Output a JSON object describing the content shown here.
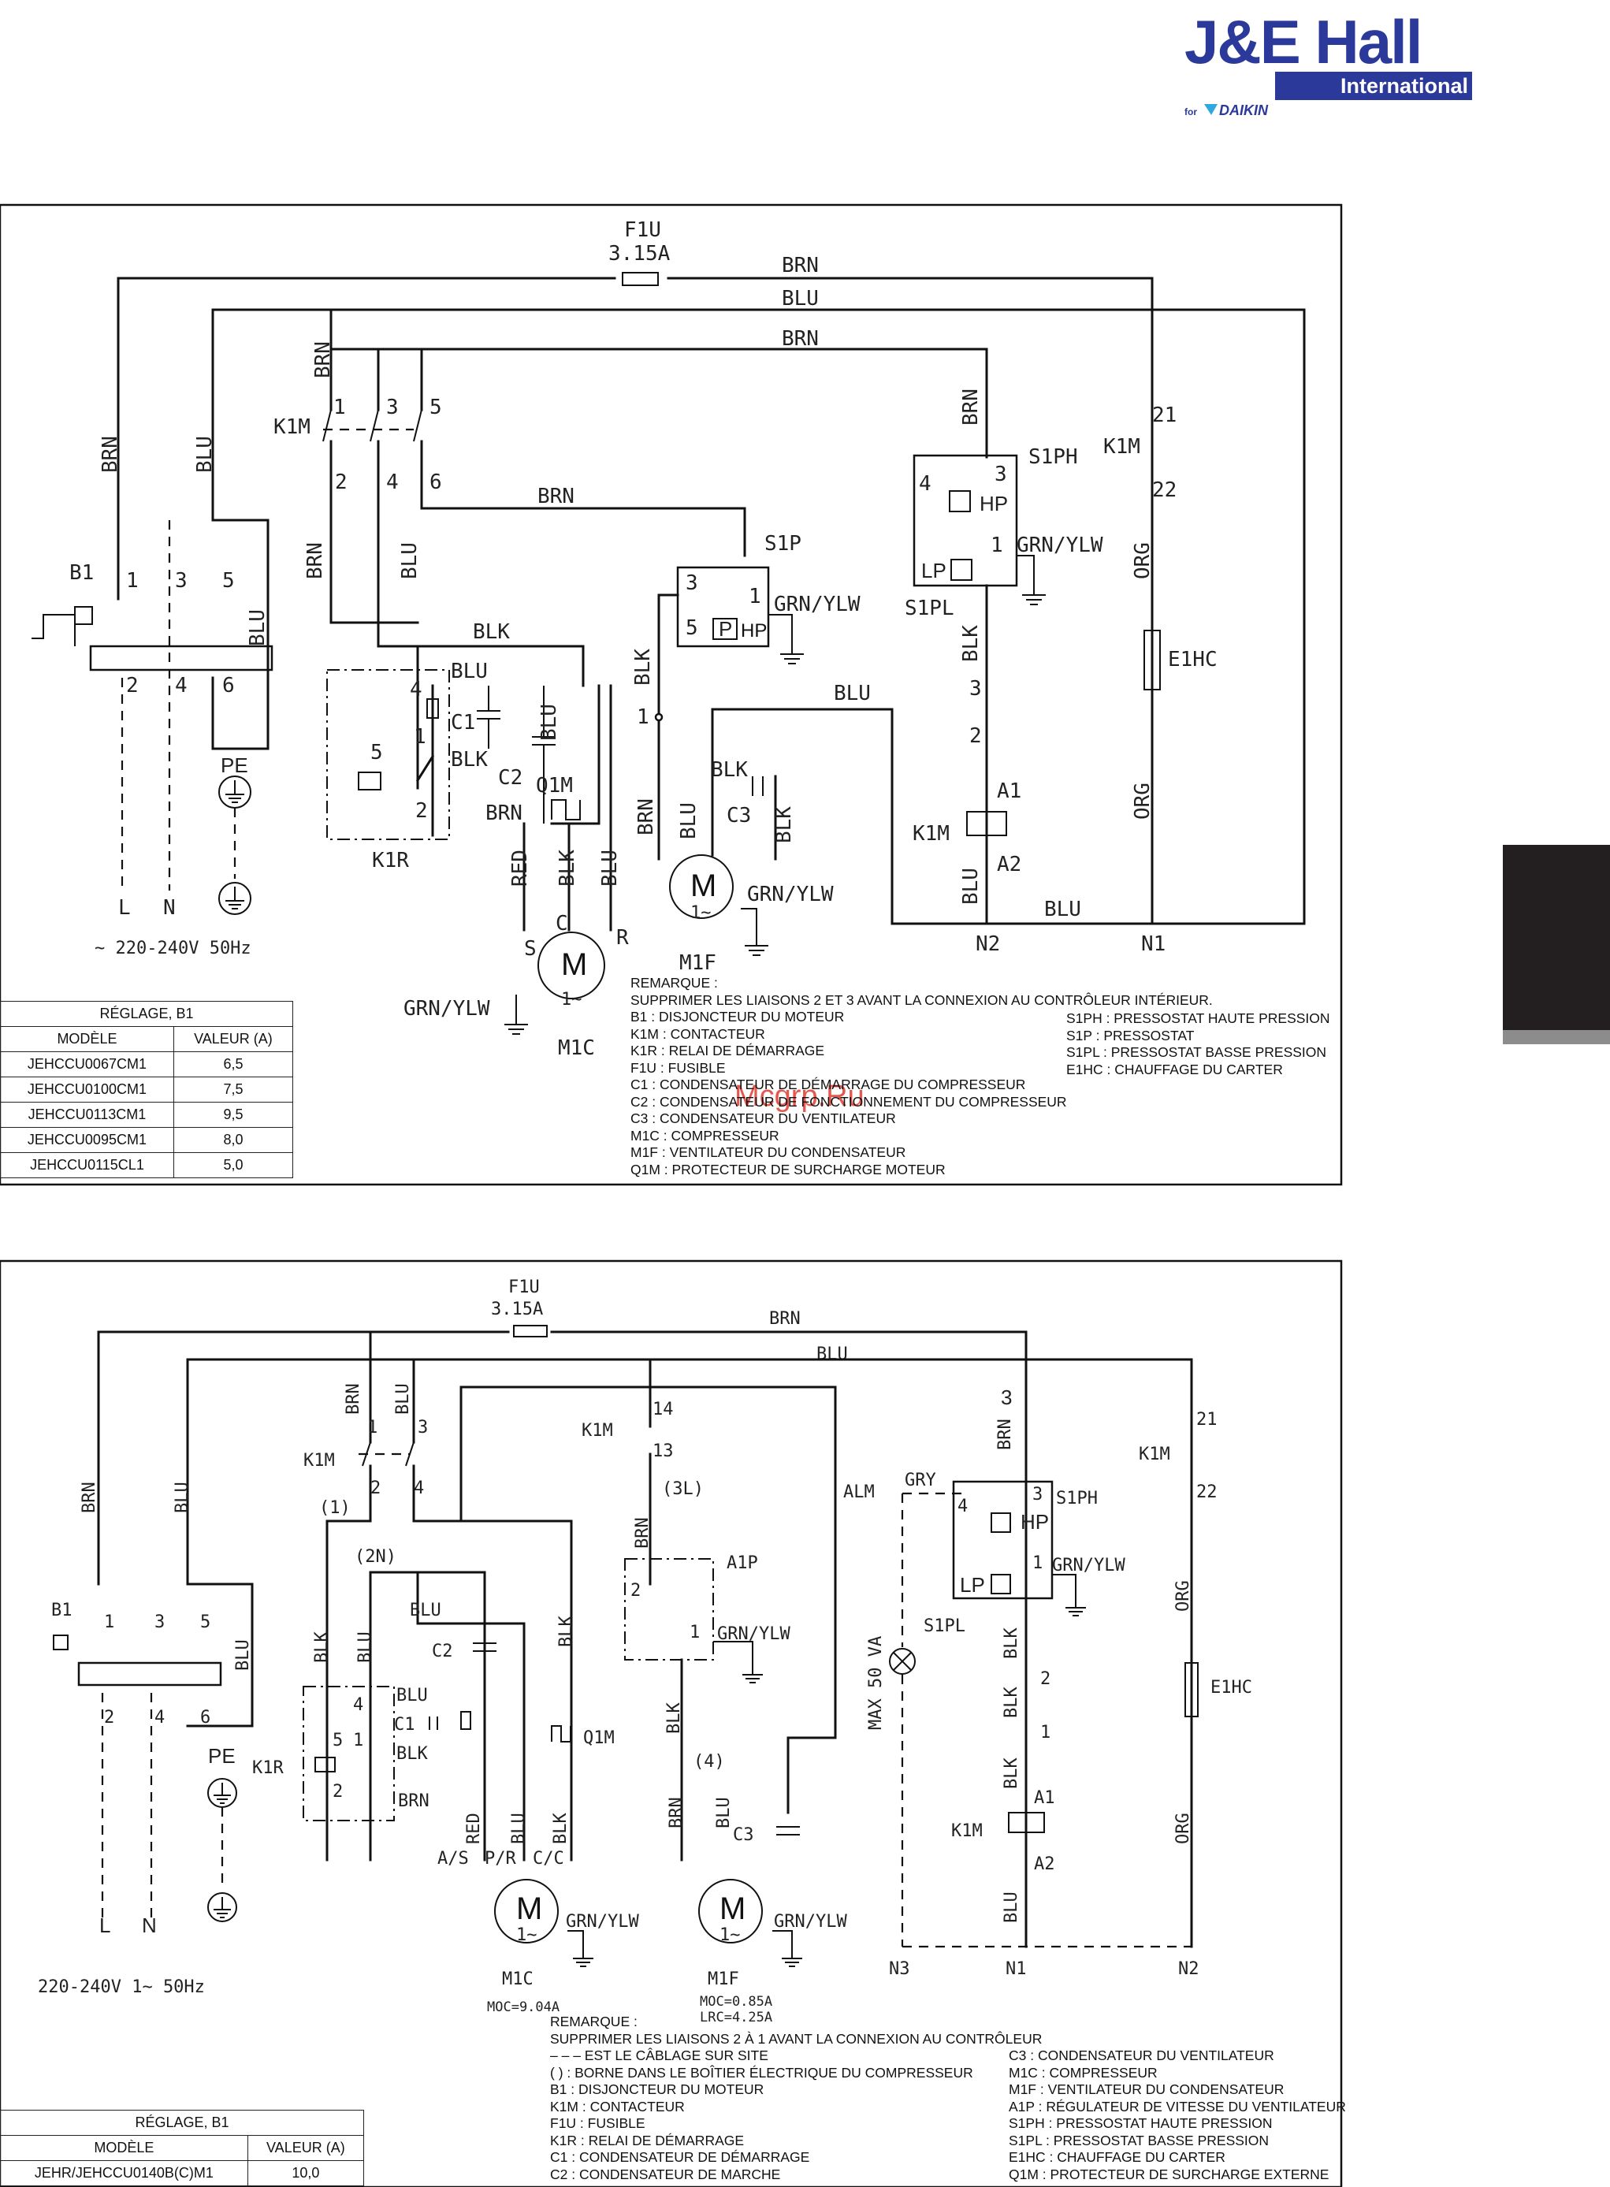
{
  "brand": {
    "name": "J&E Hall",
    "subtitle": "International",
    "for_text": "for",
    "partner": "DAIKIN",
    "colors": {
      "primary": "#2b3a9a",
      "accent": "#2ea8e0"
    }
  },
  "watermark": "Mcgrp.Ru",
  "diagram1": {
    "fuse": {
      "name": "F1U",
      "rating": "3.15A"
    },
    "wire_colors": {
      "brn": "BRN",
      "blu": "BLU",
      "blk": "BLK",
      "red": "RED",
      "org": "ORG",
      "grn_ylw": "GRN/YLW"
    },
    "components": {
      "b1": "B1",
      "k1m": "K1M",
      "k1r": "K1R",
      "s1p": "S1P",
      "s1ph": "S1PH",
      "s1pl": "S1PL",
      "e1hc": "E1HC",
      "c1": "C1",
      "c2": "C2",
      "c3": "C3",
      "q1m": "Q1M",
      "m1c": "M1C",
      "m1f": "M1F",
      "pe": "PE",
      "hp": "HP",
      "lp": "LP",
      "a1": "A1",
      "a2": "A2",
      "n1": "N1",
      "n2": "N2"
    },
    "terminals": [
      "1",
      "2",
      "3",
      "4",
      "5",
      "6",
      "21",
      "22"
    ],
    "motor_terms": {
      "s": "S",
      "c": "C",
      "r": "R",
      "motor": "M",
      "phase": "1~"
    },
    "supply": {
      "l": "L",
      "n": "N",
      "voltage": "~ 220-240V 50Hz"
    },
    "table": {
      "title": "RÉGLAGE, B1",
      "headers": [
        "MODÈLE",
        "VALEUR (A)"
      ],
      "rows": [
        [
          "JEHCCU0067CM1",
          "6,5"
        ],
        [
          "JEHCCU0100CM1",
          "7,5"
        ],
        [
          "JEHCCU0113CM1",
          "9,5"
        ],
        [
          "JEHCCU0095CM1",
          "8,0"
        ],
        [
          "JEHCCU0115CL1",
          "5,0"
        ]
      ]
    },
    "notes_left": [
      "REMARQUE :",
      "SUPPRIMER LES LIAISONS 2 ET 3 AVANT LA CONNEXION AU CONTRÔLEUR INTÉRIEUR.",
      "B1 : DISJONCTEUR DU MOTEUR",
      "K1M : CONTACTEUR",
      "K1R : RELAI DE DÉMARRAGE",
      "F1U : FUSIBLE",
      "C1 : CONDENSATEUR DE DÉMARRAGE DU COMPRESSEUR",
      "C2 : CONDENSATEUR DE FONCTIONNEMENT DU COMPRESSEUR",
      "C3 : CONDENSATEUR DU VENTILATEUR",
      "M1C : COMPRESSEUR",
      "M1F : VENTILATEUR DU CONDENSATEUR",
      "Q1M : PROTECTEUR DE SURCHARGE MOTEUR"
    ],
    "notes_right": [
      "S1PH : PRESSOSTAT HAUTE PRESSION",
      "S1P : PRESSOSTAT",
      "S1PL : PRESSOSTAT BASSE PRESSION",
      "E1HC : CHAUFFAGE DU CARTER"
    ]
  },
  "diagram2": {
    "fuse": {
      "name": "F1U",
      "rating": "3.15A"
    },
    "labels": {
      "alm": "ALM",
      "gry": "GRY",
      "a1p": "A1P",
      "max": "MAX 50 VA",
      "t1": "(1)",
      "t2n": "(2N)",
      "t3l": "(3L)",
      "t4": "(4)",
      "as": "A/S",
      "pr": "P/R",
      "cc": "C/C",
      "n3": "N3",
      "t13": "13",
      "t14": "14"
    },
    "supply": {
      "l": "L",
      "n": "N",
      "voltage": "220-240V 1~ 50Hz"
    },
    "ratings": {
      "m1c": "MOC=9.04A",
      "m1f_moc": "MOC=0.85A",
      "m1f_lrc": "LRC=4.25A"
    },
    "table": {
      "title": "RÉGLAGE, B1",
      "headers": [
        "MODÈLE",
        "VALEUR (A)"
      ],
      "rows": [
        [
          "JEHR/JEHCCU0140B(C)M1",
          "10,0"
        ]
      ]
    },
    "notes_left": [
      "REMARQUE :",
      "SUPPRIMER LES LIAISONS 2 À 1 AVANT LA CONNEXION AU CONTRÔLEUR",
      "– – – EST LE CÂBLAGE SUR SITE",
      "( ) : BORNE DANS LE BOÎTIER ÉLECTRIQUE DU COMPRESSEUR",
      "B1 : DISJONCTEUR DU MOTEUR",
      "K1M : CONTACTEUR",
      "F1U : FUSIBLE",
      "K1R : RELAI DE DÉMARRAGE",
      "C1 : CONDENSATEUR DE DÉMARRAGE",
      "C2 : CONDENSATEUR DE MARCHE"
    ],
    "notes_right": [
      "C3 : CONDENSATEUR DU VENTILATEUR",
      "M1C : COMPRESSEUR",
      "M1F : VENTILATEUR DU CONDENSATEUR",
      "A1P : RÉGULATEUR DE VITESSE DU VENTILATEUR",
      "S1PH : PRESSOSTAT HAUTE PRESSION",
      "S1PL : PRESSOSTAT BASSE PRESSION",
      "E1HC : CHAUFFAGE DU CARTER",
      "Q1M : PROTECTEUR DE SURCHARGE EXTERNE"
    ]
  }
}
